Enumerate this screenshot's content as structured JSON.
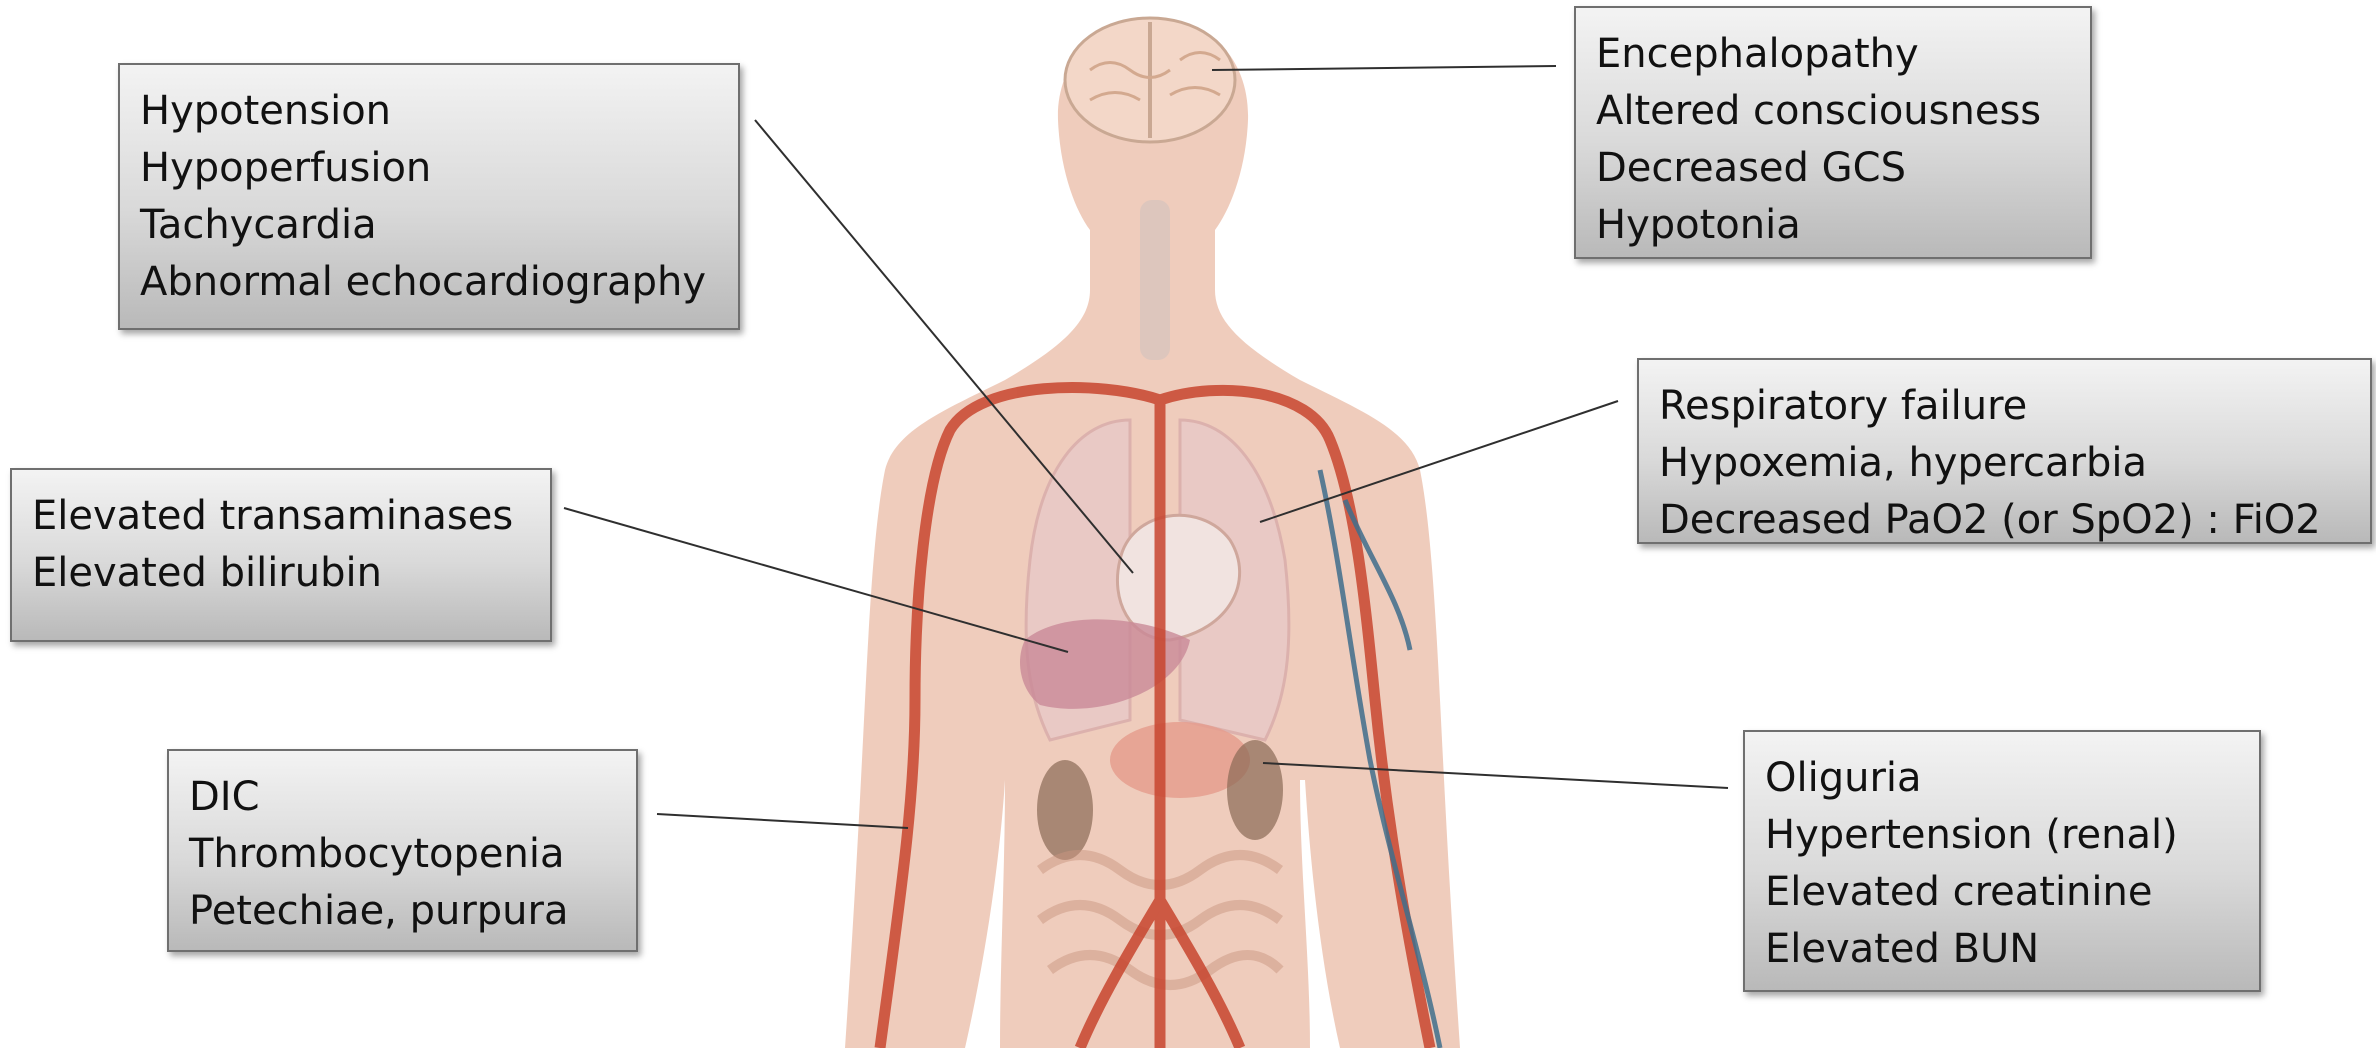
{
  "callouts": {
    "cardiovascular": {
      "lines": [
        "Hypotension",
        "Hypoperfusion",
        "Tachycardia",
        "Abnormal echocardiography"
      ]
    },
    "neurologic": {
      "lines": [
        "Encephalopathy",
        "Altered consciousness",
        "Decreased GCS",
        "Hypotonia"
      ]
    },
    "respiratory": {
      "lines": [
        "Respiratory failure",
        "Hypoxemia, hypercarbia",
        "Decreased PaO2 (or SpO2) : FiO2"
      ]
    },
    "hepatic": {
      "lines": [
        "Elevated transaminases",
        "Elevated bilirubin"
      ]
    },
    "hematologic": {
      "lines": [
        "DIC",
        "Thrombocytopenia",
        "Petechiae, purpura"
      ]
    },
    "renal": {
      "lines": [
        "Oliguria",
        "Hypertension (renal)",
        "Elevated creatinine",
        "Elevated BUN"
      ]
    }
  },
  "colors": {
    "skin": "#ecc3b0",
    "artery": "#c8452f",
    "vein": "#3f6e8c",
    "lung": "#e7c9c9",
    "liver": "#c98a97",
    "kidney": "#8a6a55",
    "brain": "#f3d7c8",
    "leader_line": "#2f2f2f"
  },
  "illustration": {
    "subject": "human-body-anatomy",
    "organs": [
      "brain-icon",
      "lungs-icon",
      "heart-icon",
      "liver-icon",
      "kidney-icon",
      "intestines-icon"
    ]
  }
}
